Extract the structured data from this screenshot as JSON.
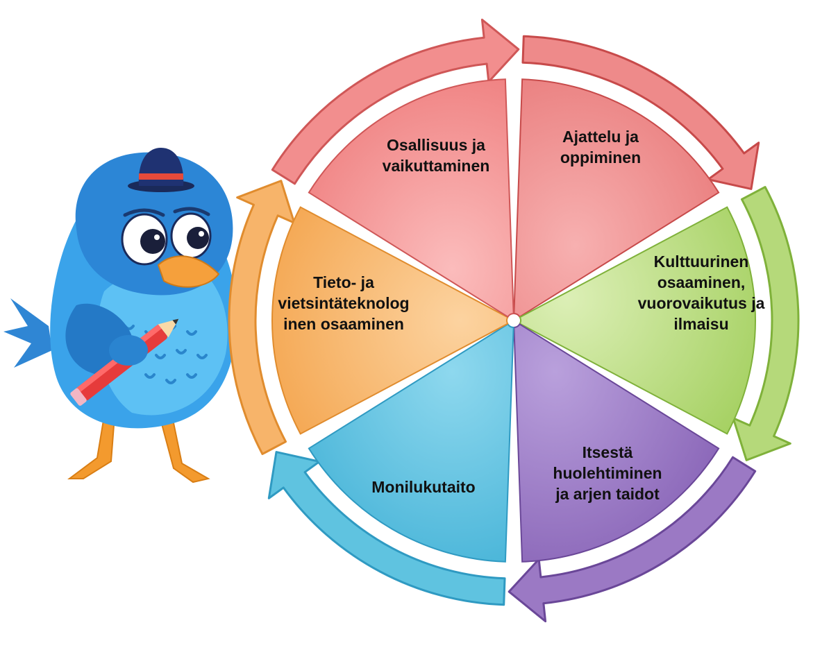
{
  "diagram": {
    "segments": [
      {
        "id": "ajattelu",
        "lines": [
          "Ajattelu ja",
          "oppiminen"
        ],
        "color": "#ee8a8a",
        "dark": "#c74a4a"
      },
      {
        "id": "kulttuurinen",
        "lines": [
          "Kulttuurinen",
          "osaaminen,",
          "vuorovaikutus ja",
          "ilmaisu"
        ],
        "color": "#b5d97a",
        "dark": "#7fb13a"
      },
      {
        "id": "itsesta",
        "lines": [
          "Itsestä",
          "huolehtiminen",
          "ja arjen taidot"
        ],
        "color": "#9b79c4",
        "dark": "#6a4798"
      },
      {
        "id": "monilukutaito",
        "lines": [
          "Monilukutaito"
        ],
        "color": "#5fc3e0",
        "dark": "#2f9ac2"
      },
      {
        "id": "tieto",
        "lines": [
          "Tieto- ja",
          "vietsintäteknolog",
          "inen osaaminen"
        ],
        "color": "#f7b46a",
        "dark": "#e08c2e"
      },
      {
        "id": "osallisuus",
        "lines": [
          "Osallisuus ja",
          "vaikuttaminen"
        ],
        "color": "#f28e8e",
        "dark": "#cf5757"
      }
    ]
  },
  "mascot": {
    "name": "bird-mascot",
    "body_color": "#2f8fd8",
    "beak_color": "#f5a03c",
    "hat_color": "#1a2a5a"
  }
}
